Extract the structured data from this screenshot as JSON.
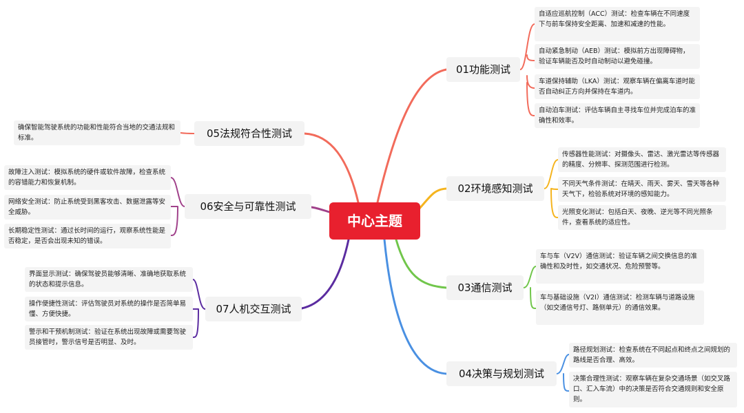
{
  "center": {
    "label": "中心主题"
  },
  "colors": {
    "b1": "#f26b5b",
    "b2": "#f5b41e",
    "b3": "#71c64b",
    "b4": "#4a90e2",
    "b5": "#f26b5b",
    "b6": "#a0418a",
    "b7": "#5b2ca0"
  },
  "branches": [
    {
      "label": "01功能测试",
      "leaves": [
        "自适应巡航控制（ACC）测试：检查车辆在不同速度下与前车保持安全距离、加速和减速的性能。",
        "自动紧急制动（AEB）测试：模拟前方出现障碍物，验证车辆能否及时自动制动以避免碰撞。",
        "车道保持辅助（LKA）测试：观察车辆在偏离车道时能否自动纠正方向并保持在车道内。",
        "自动泊车测试：评估车辆自主寻找车位并完成泊车的准确性和效率。"
      ]
    },
    {
      "label": "02环境感知测试",
      "leaves": [
        "传感器性能测试：对摄像头、雷达、激光雷达等传感器的精度、分辨率、探测范围进行检测。",
        "不同天气条件测试：在晴天、雨天、雾天、雪天等各种天气下，检验系统对环境的感知能力。",
        "光照变化测试：包括白天、夜晚、逆光等不同光照条件，查看系统的适应性。"
      ]
    },
    {
      "label": "03通信测试",
      "leaves": [
        "车与车（V2V）通信测试：验证车辆之间交换信息的准确性和及时性，如交通状况、危险预警等。",
        "车与基础设施（V2I）通信测试：检测车辆与道路设施（如交通信号灯、路侧单元）的通信效果。"
      ]
    },
    {
      "label": "04决策与规划测试",
      "leaves": [
        "路径规划测试：检查系统在不同起点和终点之间规划的路线是否合理、高效。",
        "决策合理性测试：观察车辆在复杂交通场景（如交叉路口、汇入车流）中的决策是否符合交通规则和安全原则。"
      ]
    },
    {
      "label": "05法规符合性测试",
      "leaves": [
        "确保智能驾驶系统的功能和性能符合当地的交通法规和标准。"
      ]
    },
    {
      "label": "06安全与可靠性测试",
      "leaves": [
        "故障注入测试：模拟系统的硬件或软件故障，检查系统的容错能力和恢复机制。",
        "网络安全测试：防止系统受到黑客攻击、数据泄露等安全威胁。",
        "长期稳定性测试：通过长时间的运行，观察系统性能是否稳定，是否会出现未知的错误。"
      ]
    },
    {
      "label": "07人机交互测试",
      "leaves": [
        "界面显示测试：确保驾驶员能够清晰、准确地获取系统的状态和提示信息。",
        "操作便捷性测试：评估驾驶员对系统的操作是否简单易懂、方便快捷。",
        "警示和干预机制测试：验证在系统出现故障或需要驾驶员接管时，警示信号是否明显、及时。"
      ]
    }
  ]
}
